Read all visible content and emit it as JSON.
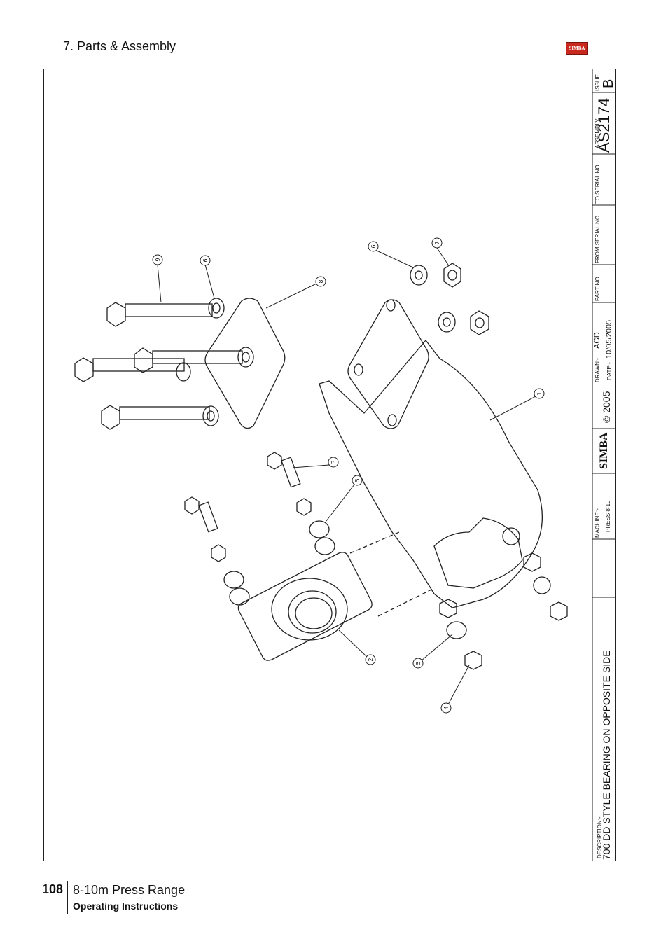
{
  "header": {
    "section": "7. Parts & Assembly",
    "logo_text": "SIMBA"
  },
  "footer": {
    "page_number": "108",
    "product": "8-10m Press Range",
    "doc_type": "Operating Instructions"
  },
  "title_block": {
    "issue_label": "ISSUE",
    "issue": "B",
    "assembly_label": "ASSEMBLY",
    "assembly": "AS2174",
    "to_serial_label": "TO SERIAL NO.",
    "from_serial_label": "FROM SERIAL NO.",
    "part_no_label": "PART NO.",
    "drawn_label": "DRAWN:-",
    "drawn": "AGD",
    "date_label": "DATE:-",
    "date": "10/05/2005",
    "copyright": "© 2005",
    "logo": "SIMBA",
    "machine_label": "MACHINE:-",
    "machine": "PRESS 8-10",
    "description_label": "DESCRIPTION:-",
    "description": "700 DD STYLE BEARING ON OPPOSITE SIDE"
  },
  "callouts": [
    "9",
    "6",
    "8",
    "6",
    "7",
    "1",
    "3",
    "5",
    "2",
    "5",
    "4"
  ]
}
